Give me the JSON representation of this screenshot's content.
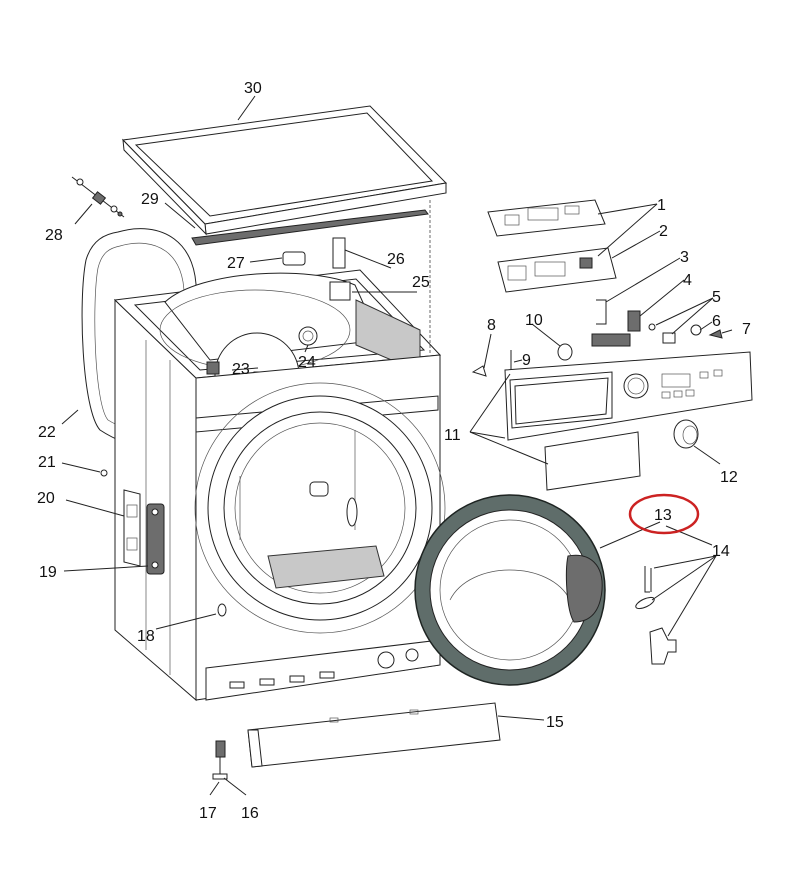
{
  "diagram": {
    "part_numbers": [
      "1",
      "2",
      "3",
      "4",
      "5",
      "6",
      "7",
      "8",
      "9",
      "10",
      "11",
      "12",
      "13",
      "14",
      "15",
      "16",
      "17",
      "18",
      "19",
      "20",
      "21",
      "22",
      "23",
      "24",
      "25",
      "26",
      "27",
      "28",
      "29",
      "30"
    ],
    "highlighted_part": "13",
    "highlight_color": "#cc2222"
  }
}
